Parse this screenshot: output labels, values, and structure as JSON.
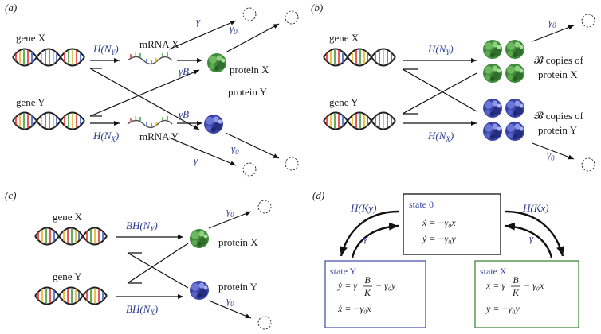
{
  "panels": {
    "a": {
      "tag": "(a)",
      "gene_x": "gene X",
      "gene_y": "gene Y",
      "rate_hx": "H(N",
      "rate_hx_sub": "Y",
      "rate_hy": "H(N",
      "rate_hy_sub": "X",
      "close_paren": ")",
      "mrna_x": "mRNA X",
      "mrna_y": "mRNA Y",
      "protein_x": "protein X",
      "protein_y": "protein Y",
      "gamma": "γ",
      "gamma0": "γ",
      "gamma0_sub": "0",
      "gammaB": "γB"
    },
    "b": {
      "tag": "(b)",
      "gene_x": "gene X",
      "gene_y": "gene Y",
      "rate_top": "H(N",
      "rate_top_sub": "Y",
      "rate_bot": "H(N",
      "rate_bot_sub": "X",
      "close_paren": ")",
      "copies_x_1": "𝓑 copies of",
      "copies_x_2": "protein X",
      "copies_y_1": "𝓑 copies of",
      "copies_y_2": "protein Y",
      "gamma0": "γ",
      "gamma0_sub": "0"
    },
    "c": {
      "tag": "(c)",
      "gene_x": "gene X",
      "gene_y": "gene Y",
      "rate_top": "BH(N",
      "rate_top_sub": "Y",
      "rate_bot": "BH(N",
      "rate_bot_sub": "X",
      "close_paren": ")",
      "protein_x": "protein X",
      "protein_y": "protein Y",
      "gamma0": "γ",
      "gamma0_sub": "0"
    },
    "d": {
      "tag": "(d)",
      "state0_title": "state 0",
      "state0_eq1": "ẋ = −γ₀x",
      "state0_eq2": "ẏ = −γ₀y",
      "stateY_title": "state Y",
      "stateY_eq1_a": "ẏ = γ",
      "stateY_eq1_num": "B",
      "stateY_eq1_den": "K",
      "stateY_eq1_b": "− γ₀y",
      "stateY_eq2": "ẋ = −γ₀x",
      "stateX_title": "state X",
      "stateX_eq1_a": "ẋ = γ",
      "stateX_eq1_num": "B",
      "stateX_eq1_den": "K",
      "stateX_eq1_b": "− γ₀x",
      "stateX_eq2": "ẏ = −γ₀y",
      "rate_left": "H(Ky)",
      "rate_right": "H(Kx)",
      "gamma_left": "γ",
      "gamma_right": "γ"
    }
  },
  "colors": {
    "protein_x": "#3f8a3a",
    "protein_y": "#3a44a8",
    "rate_text": "#2b3a8f",
    "state_y_border": "#4a56b0",
    "state_x_border": "#3f8a3a",
    "state_0_border": "#111111"
  },
  "icons": [
    "dna-helix-icon",
    "mrna-strand-icon",
    "protein-blob-icon",
    "degradation-circle-icon"
  ]
}
